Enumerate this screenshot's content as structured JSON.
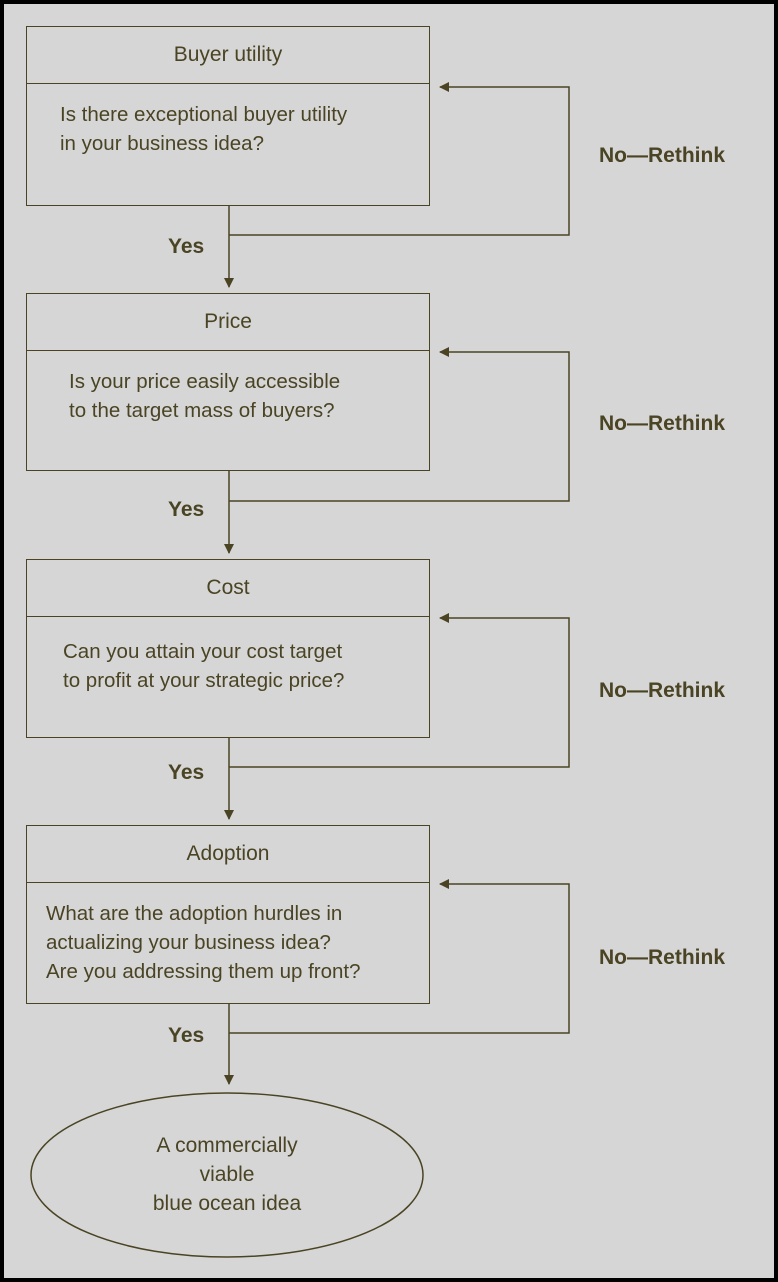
{
  "steps": [
    {
      "title": "Buyer utility",
      "question": [
        "Is there exceptional buyer utility",
        "in your business idea?"
      ],
      "yes_label": "Yes",
      "no_label": "No—Rethink"
    },
    {
      "title": "Price",
      "question": [
        "Is your price easily accessible",
        "to the target mass of buyers?"
      ],
      "yes_label": "Yes",
      "no_label": "No—Rethink"
    },
    {
      "title": "Cost",
      "question": [
        "Can you attain your cost target",
        "to profit at your strategic price?"
      ],
      "yes_label": "Yes",
      "no_label": "No—Rethink"
    },
    {
      "title": "Adoption",
      "question": [
        "What are the adoption hurdles in",
        "actualizing your business idea?",
        "Are you addressing them up front?"
      ],
      "yes_label": "Yes",
      "no_label": "No—Rethink"
    }
  ],
  "result": [
    "A commercially",
    "viable",
    "blue ocean idea"
  ],
  "colors": {
    "background": "#d6d6d6",
    "ink": "#4a4424",
    "frame": "#000000"
  }
}
